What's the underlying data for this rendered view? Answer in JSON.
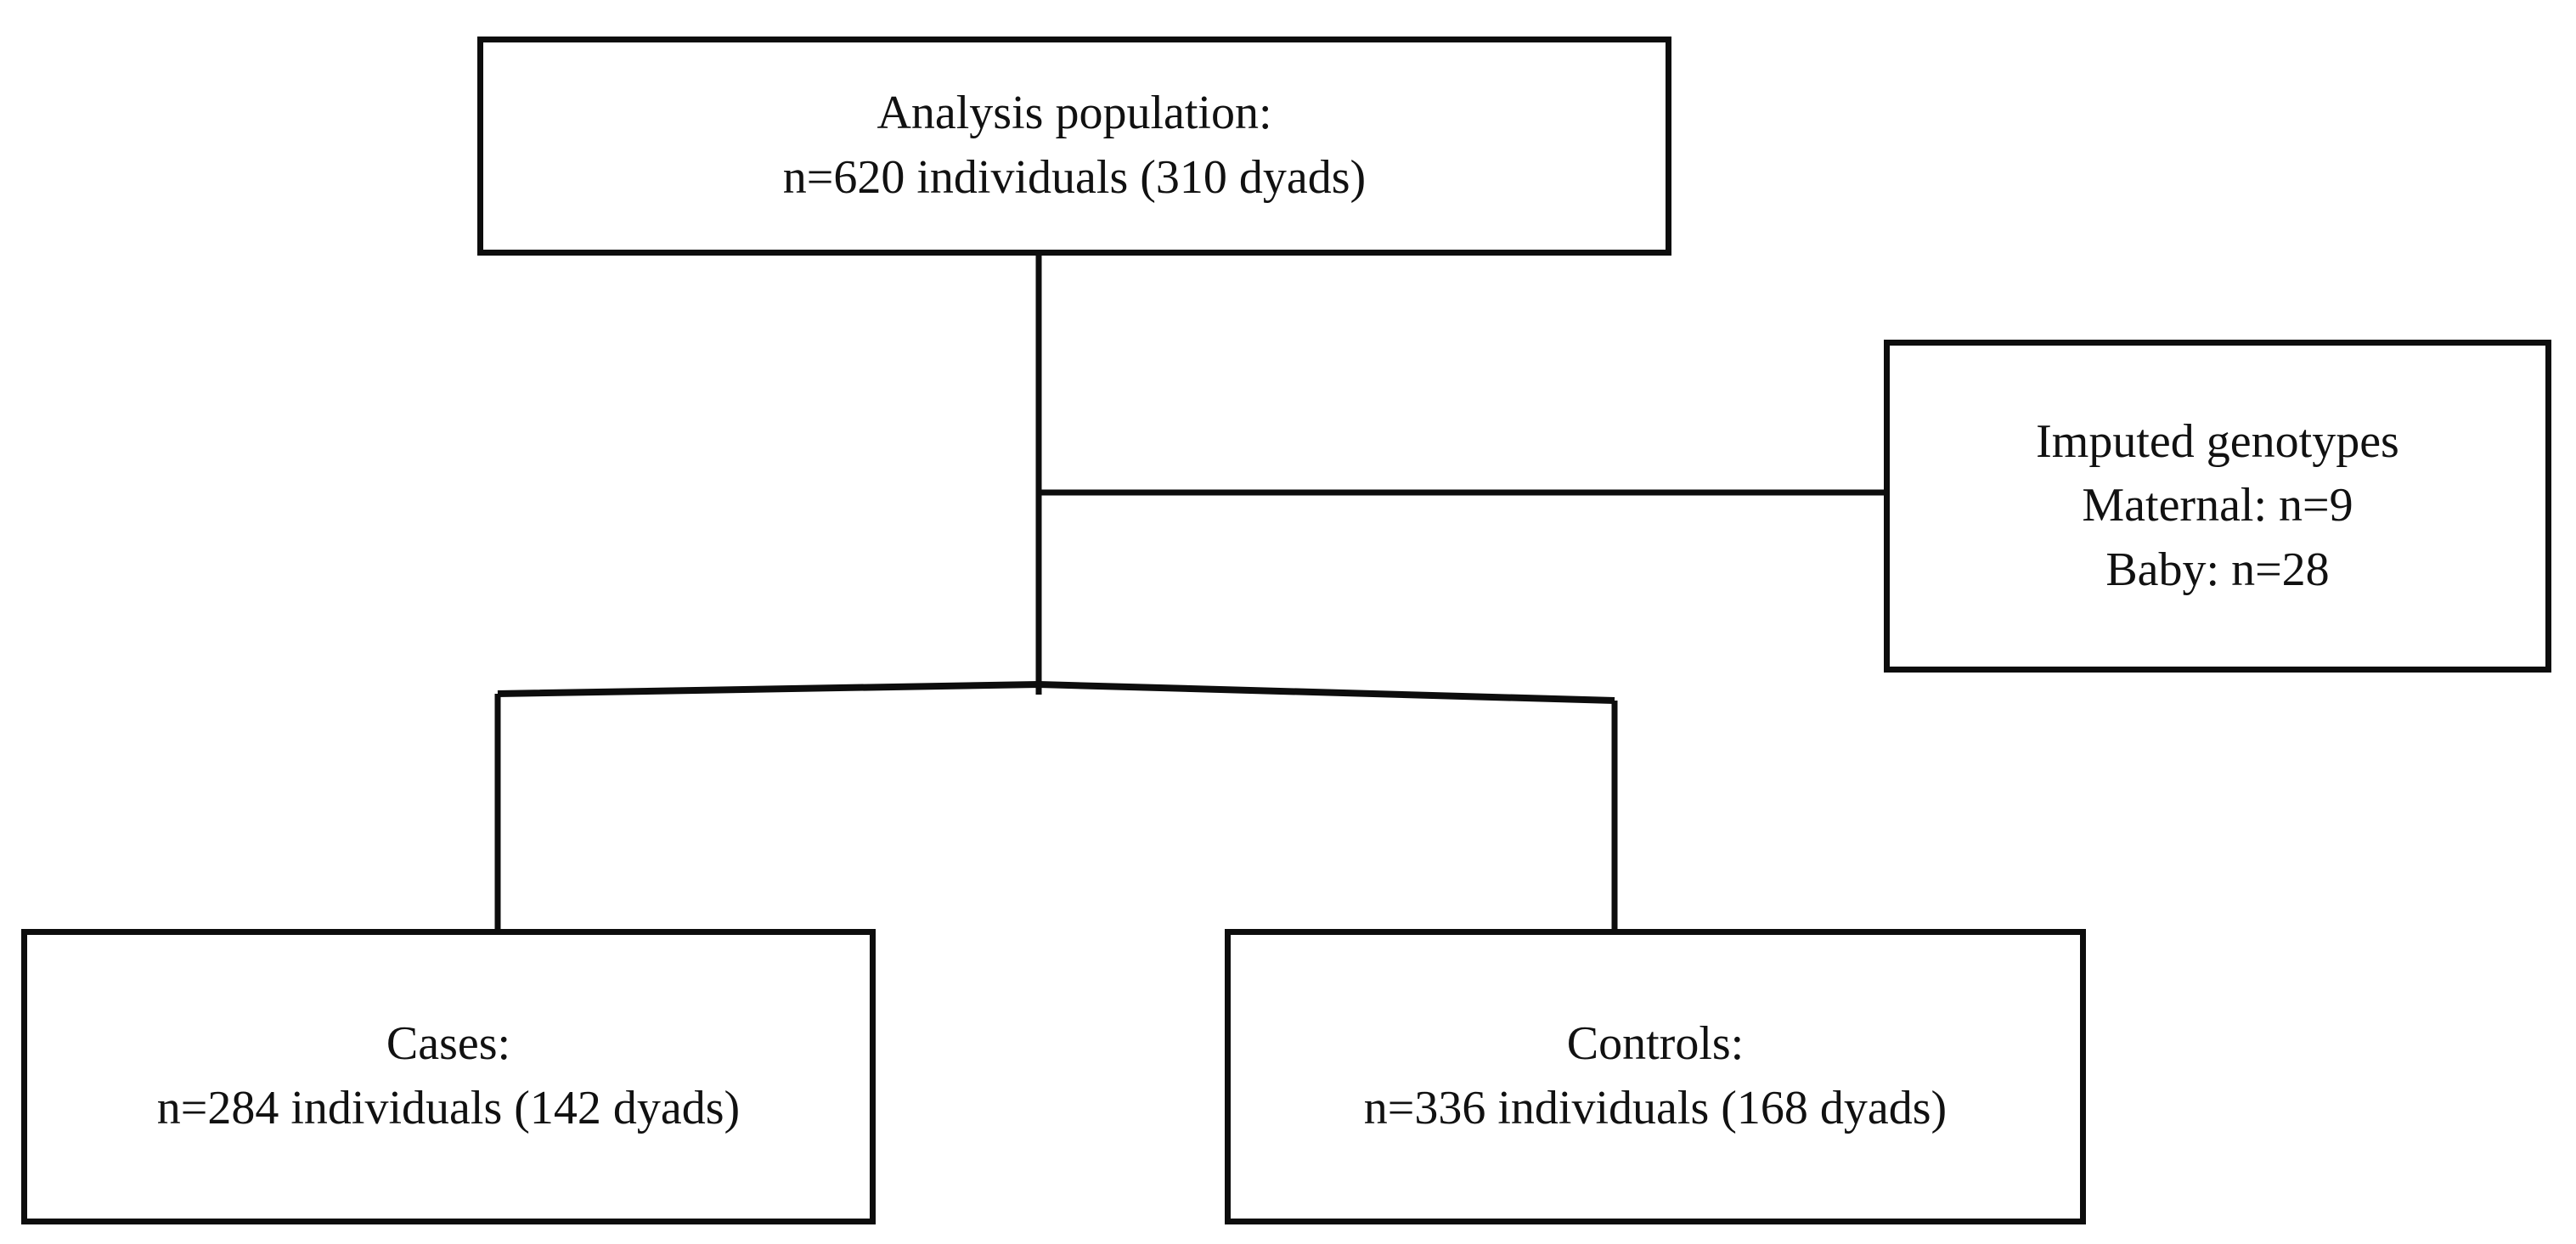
{
  "diagram": {
    "title": "Study analysis population flow diagram",
    "background_color": "#ffffff",
    "line_color": "#0d0d0d",
    "text_color": "#111111",
    "nodes": {
      "analysis": {
        "lines": [
          "Analysis population:",
          "n=620 individuals (310 dyads)"
        ]
      },
      "imputed": {
        "lines": [
          "Imputed genotypes",
          "Maternal: n=9",
          "Baby: n=28"
        ]
      },
      "cases": {
        "lines": [
          "Cases:",
          "n=284 individuals (142 dyads)"
        ]
      },
      "controls": {
        "lines": [
          "Controls:",
          "n=336 individuals (168 dyads)"
        ]
      }
    }
  }
}
